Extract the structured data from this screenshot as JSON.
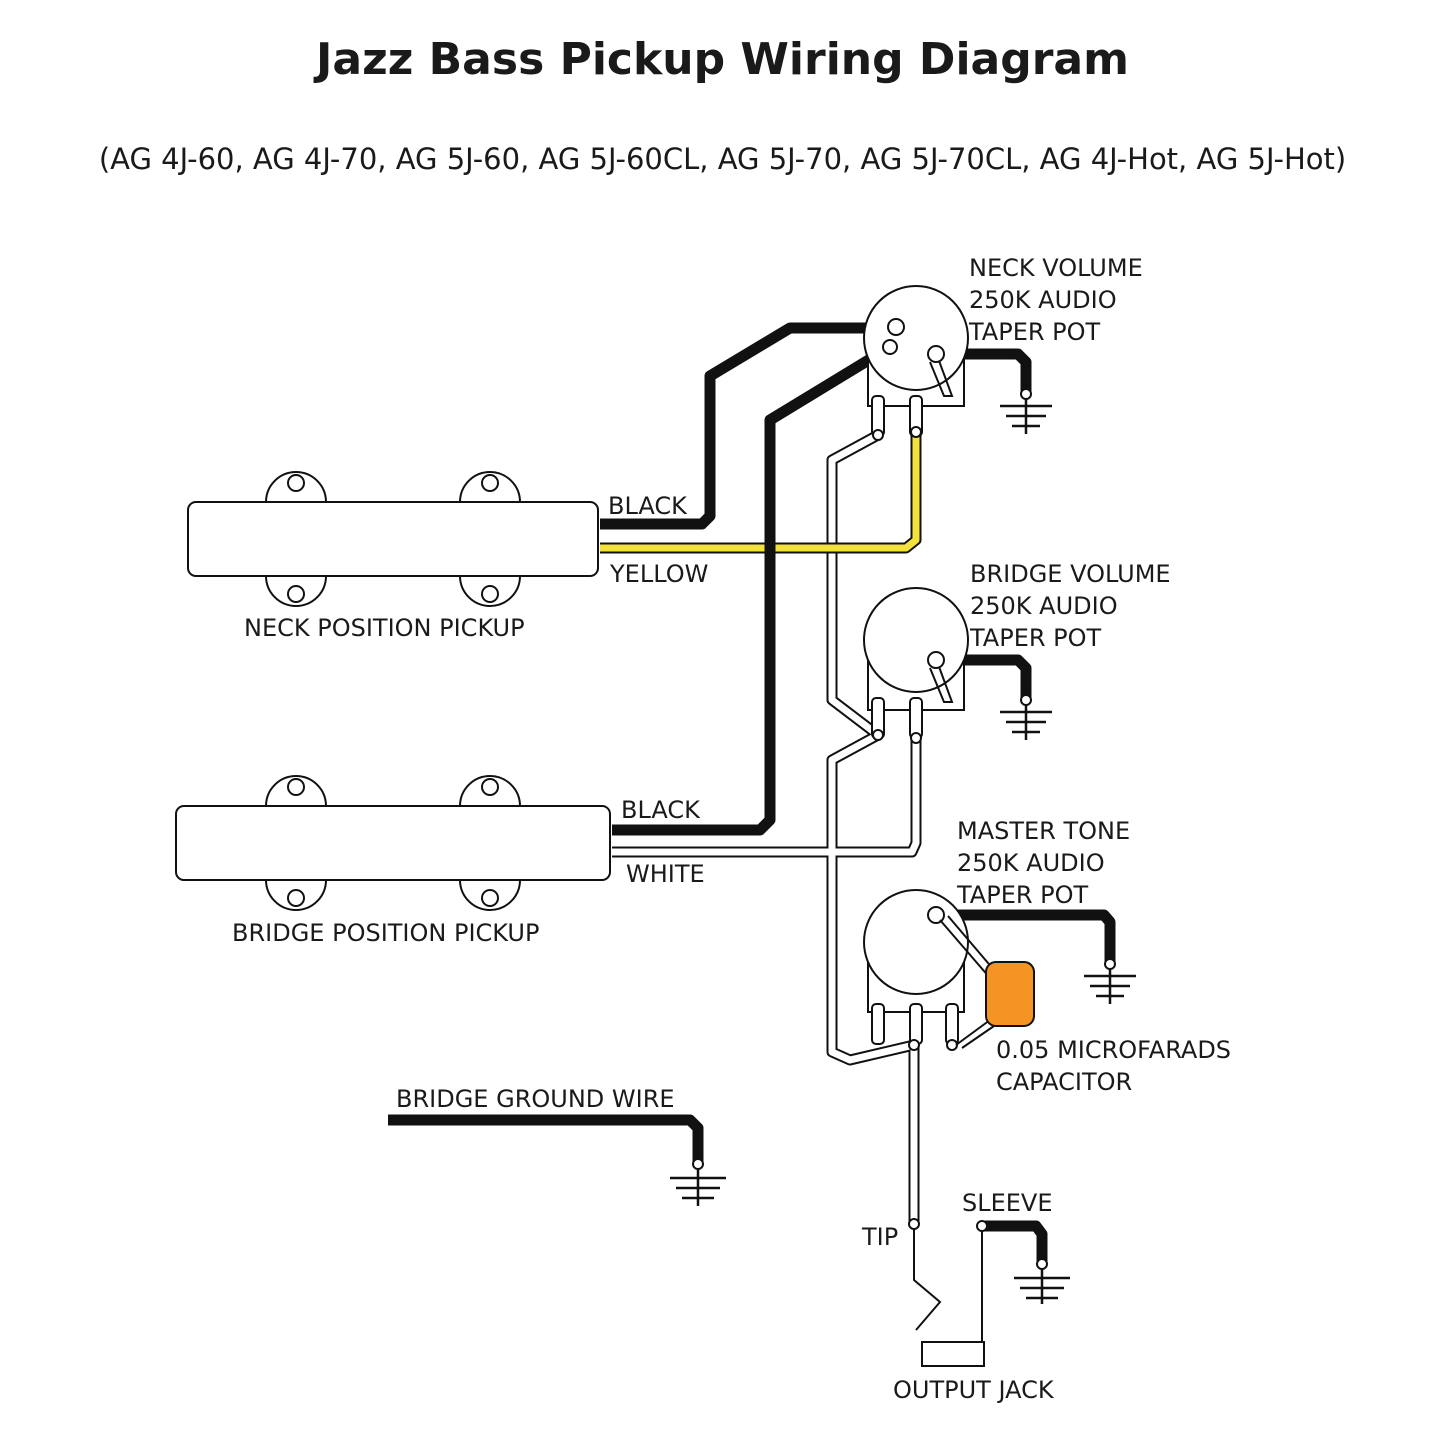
{
  "title": "Jazz Bass Pickup Wiring Diagram",
  "subtitle": "(AG 4J-60, AG 4J-70, AG 5J-60, AG 5J-60CL, AG 5J-70, AG 5J-70CL, AG 4J-Hot, AG 5J-Hot)",
  "components": {
    "neck_pickup": "NECK POSITION PICKUP",
    "bridge_pickup": "BRIDGE POSITION PICKUP",
    "neck_volume": [
      "NECK VOLUME",
      "250K AUDIO",
      "TAPER POT"
    ],
    "bridge_volume": [
      "BRIDGE VOLUME",
      "250K AUDIO",
      "TAPER POT"
    ],
    "master_tone": [
      "MASTER TONE",
      "250K AUDIO",
      "TAPER POT"
    ],
    "capacitor": [
      "0.05 MICROFARADS",
      "CAPACITOR"
    ],
    "bridge_ground": "BRIDGE GROUND WIRE",
    "output_jack": "OUTPUT JACK"
  },
  "wires": {
    "neck_black": "BLACK",
    "neck_yellow": "YELLOW",
    "bridge_black": "BLACK",
    "bridge_white": "WHITE"
  },
  "jack_terminals": {
    "tip": "TIP",
    "sleeve": "SLEEVE"
  },
  "colors": {
    "yellow_wire": "#f2e23a",
    "capacitor": "#f39423"
  }
}
